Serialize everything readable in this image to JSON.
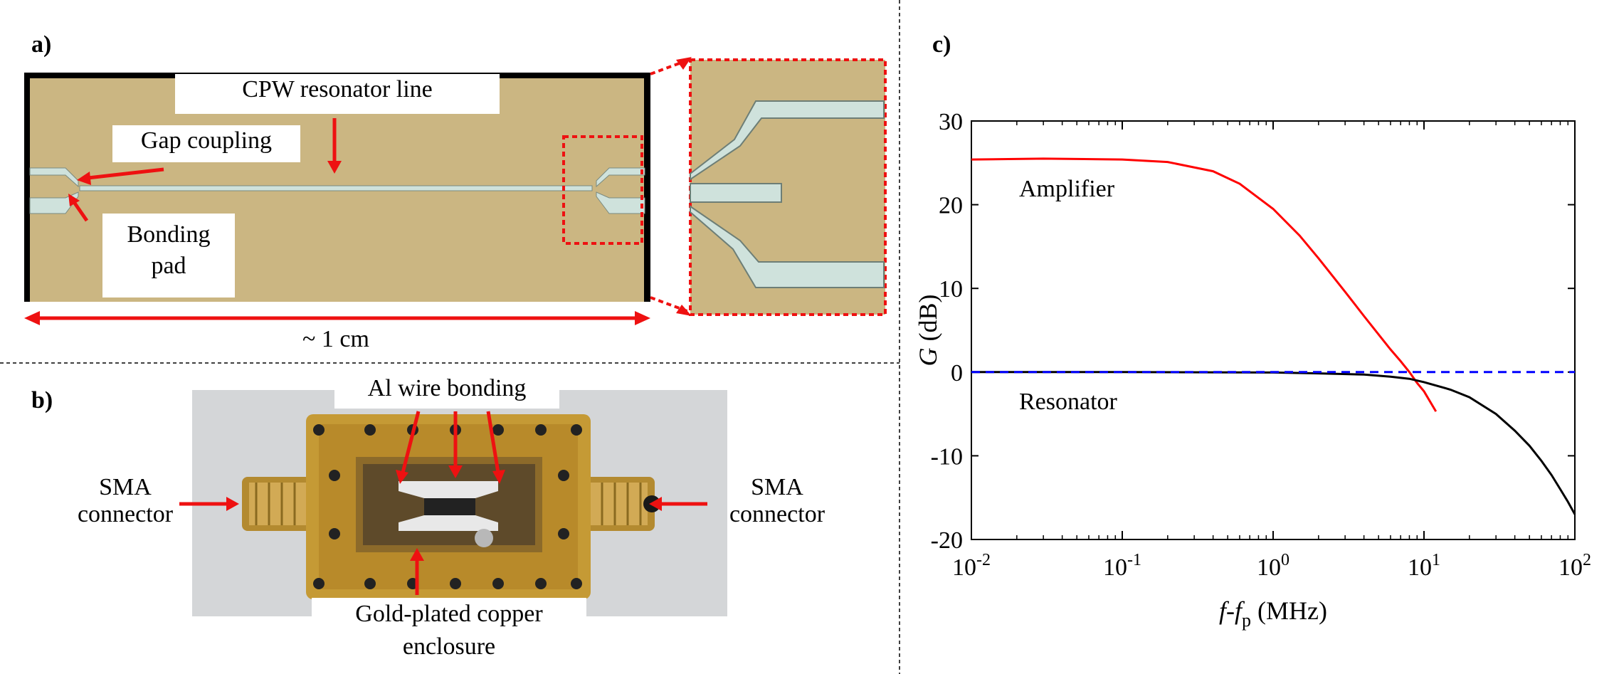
{
  "panel_a": {
    "label": "a)",
    "labels": {
      "cpw": "CPW resonator line",
      "gap": "Gap coupling",
      "bonding1": "Bonding",
      "bonding2": "pad",
      "scale": "~ 1 cm"
    }
  },
  "panel_b": {
    "label": "b)",
    "labels": {
      "wire": "Al wire bonding",
      "sma_left1": "SMA",
      "sma_left2": "connector",
      "sma_right1": "SMA",
      "sma_right2": "connector",
      "encl1": "Gold-plated copper",
      "encl2": "enclosure"
    }
  },
  "panel_c": {
    "label": "c)"
  },
  "colors": {
    "chip_fill": "#cbb682",
    "metal_line": "#cfe2dc",
    "red": "#ee1111",
    "photo_bg": "#d4d6d8",
    "gold": "#c59a35"
  },
  "chart_data": {
    "type": "line",
    "x_scale": "log",
    "xlim": [
      0.01,
      100
    ],
    "ylim": [
      -20,
      30
    ],
    "xlabel": "f-f_p (MHz)",
    "ylabel": "G (dB)",
    "xticks": [
      "10^-2",
      "10^-1",
      "10^0",
      "10^1",
      "10^2"
    ],
    "yticks": [
      -20,
      -10,
      0,
      10,
      20,
      30
    ],
    "series": [
      {
        "name": "Amplifier",
        "color": "#ff0000",
        "x": [
          0.01,
          0.03,
          0.1,
          0.2,
          0.4,
          0.6,
          1,
          1.5,
          2,
          3,
          4,
          5,
          6,
          7,
          8,
          9,
          10,
          12
        ],
        "y": [
          25.4,
          25.5,
          25.4,
          25.1,
          24.0,
          22.5,
          19.5,
          16.3,
          13.6,
          9.6,
          6.7,
          4.5,
          2.7,
          1.3,
          0.0,
          -1.3,
          -2.3,
          -4.7
        ]
      },
      {
        "name": "Resonator",
        "color": "#000000",
        "x": [
          0.01,
          0.1,
          1,
          2,
          4,
          6,
          8,
          10,
          15,
          20,
          30,
          40,
          50,
          60,
          70,
          80,
          90,
          100
        ],
        "y": [
          0,
          0,
          -0.05,
          -0.15,
          -0.3,
          -0.55,
          -0.8,
          -1.2,
          -2.1,
          -3.0,
          -5.0,
          -7.0,
          -8.8,
          -10.6,
          -12.3,
          -14.0,
          -15.5,
          -17.0
        ]
      },
      {
        "color": "#0000ff",
        "dashed": true,
        "x": [
          0.01,
          100
        ],
        "y": [
          0,
          0
        ]
      }
    ]
  }
}
